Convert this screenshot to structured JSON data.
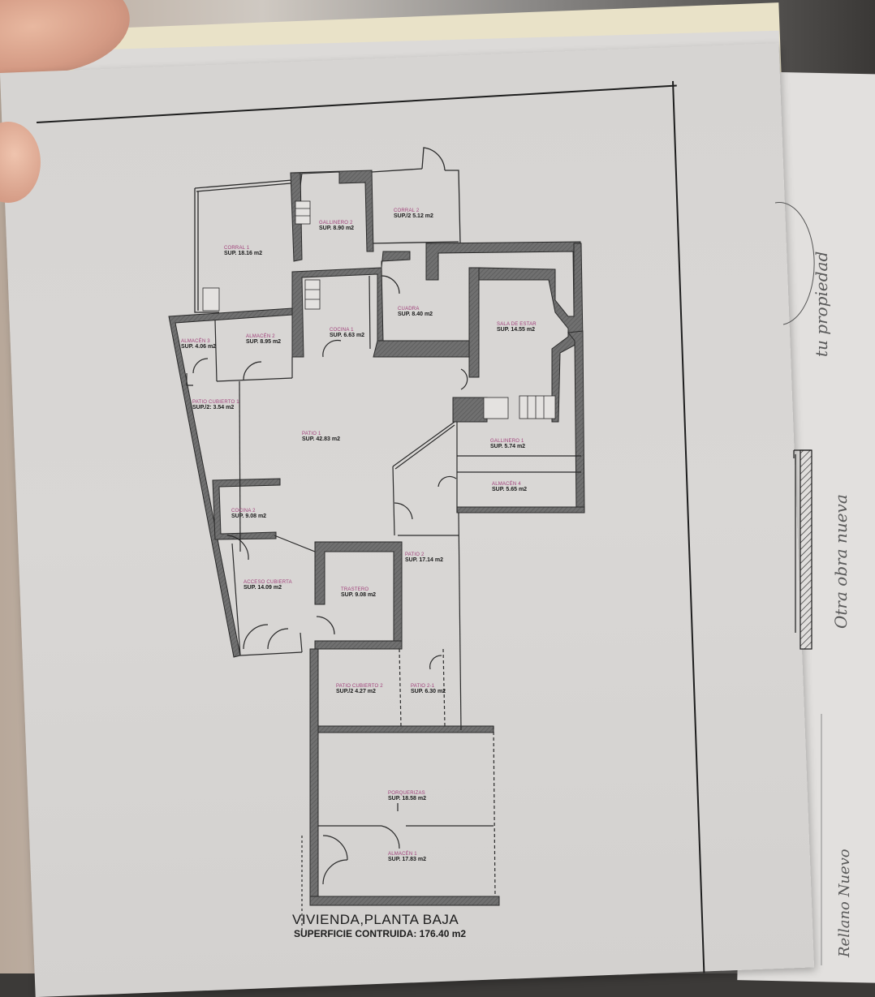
{
  "document": {
    "title": "VIVIENDA,PLANTA BAJA",
    "subtitle": "SUPERFICIE CONTRUIDA: 176.40 m2"
  },
  "rooms": [
    {
      "id": "corral-1",
      "name": "CORRAL 1",
      "area": "SUP. 18.16 m2"
    },
    {
      "id": "gallinero-2",
      "name": "GALLINERO 2",
      "area": "SUP. 8.90 m2"
    },
    {
      "id": "corral-2",
      "name": "CORRAL 2",
      "area": "SUP./2 5.12 m2"
    },
    {
      "id": "almacen-3",
      "name": "ALMACÉN 3",
      "area": "SUP. 4.06 m2"
    },
    {
      "id": "almacen-2",
      "name": "ALMACÉN 2",
      "area": "SUP. 8.95 m2"
    },
    {
      "id": "cocina-1",
      "name": "COCINA 1",
      "area": "SUP. 6.63 m2"
    },
    {
      "id": "cuadra",
      "name": "CUADRA",
      "area": "SUP. 8.40 m2"
    },
    {
      "id": "sala-de-estar",
      "name": "SALA DE ESTAR",
      "area": "SUP. 14.55 m2"
    },
    {
      "id": "patio-cubierto-1",
      "name": "PATIO CUBIERTO 1",
      "area": "SUP./2: 3.54 m2"
    },
    {
      "id": "patio-1",
      "name": "PATIO 1",
      "area": "SUP. 42.83 m2"
    },
    {
      "id": "gallinero-1",
      "name": "GALLINERO 1",
      "area": "SUP. 5.74 m2"
    },
    {
      "id": "almacen-4",
      "name": "ALMACÉN 4",
      "area": "SUP. 5.65 m2"
    },
    {
      "id": "cocina-2",
      "name": "COCINA 2",
      "area": "SUP. 9.08 m2"
    },
    {
      "id": "patio-2",
      "name": "PATIO 2",
      "area": "SUP. 17.14 m2"
    },
    {
      "id": "acceso-cubierta",
      "name": "ACCESO CUBIERTA",
      "area": "SUP. 14.09 m2"
    },
    {
      "id": "trastero",
      "name": "TRASTERO",
      "area": "SUP. 9.08 m2"
    },
    {
      "id": "patio-cubierto-2",
      "name": "PATIO CUBIERTO 2",
      "area": "SUP./2 4.27 m2"
    },
    {
      "id": "patio-2-1",
      "name": "PATIO 2-1",
      "area": "SUP. 6.30 m2"
    },
    {
      "id": "porquerizas",
      "name": "PORQUERIZAS",
      "area": "SUP. 18.58 m2"
    },
    {
      "id": "almacen-1",
      "name": "ALMACÉN 1",
      "area": "SUP. 17.83 m2"
    }
  ],
  "handwritten_notes": [
    {
      "id": "note-propiedad",
      "text": "tu propiedad"
    },
    {
      "id": "note-otra-obra",
      "text": "Otra obra nueva"
    },
    {
      "id": "note-bottom",
      "text": "Rellano Nuevo"
    }
  ],
  "colors": {
    "wall_fill": "#6e6c6a",
    "line": "#2a2a2a",
    "room_label": "#a0407a",
    "paper": "#d8d6d4"
  }
}
